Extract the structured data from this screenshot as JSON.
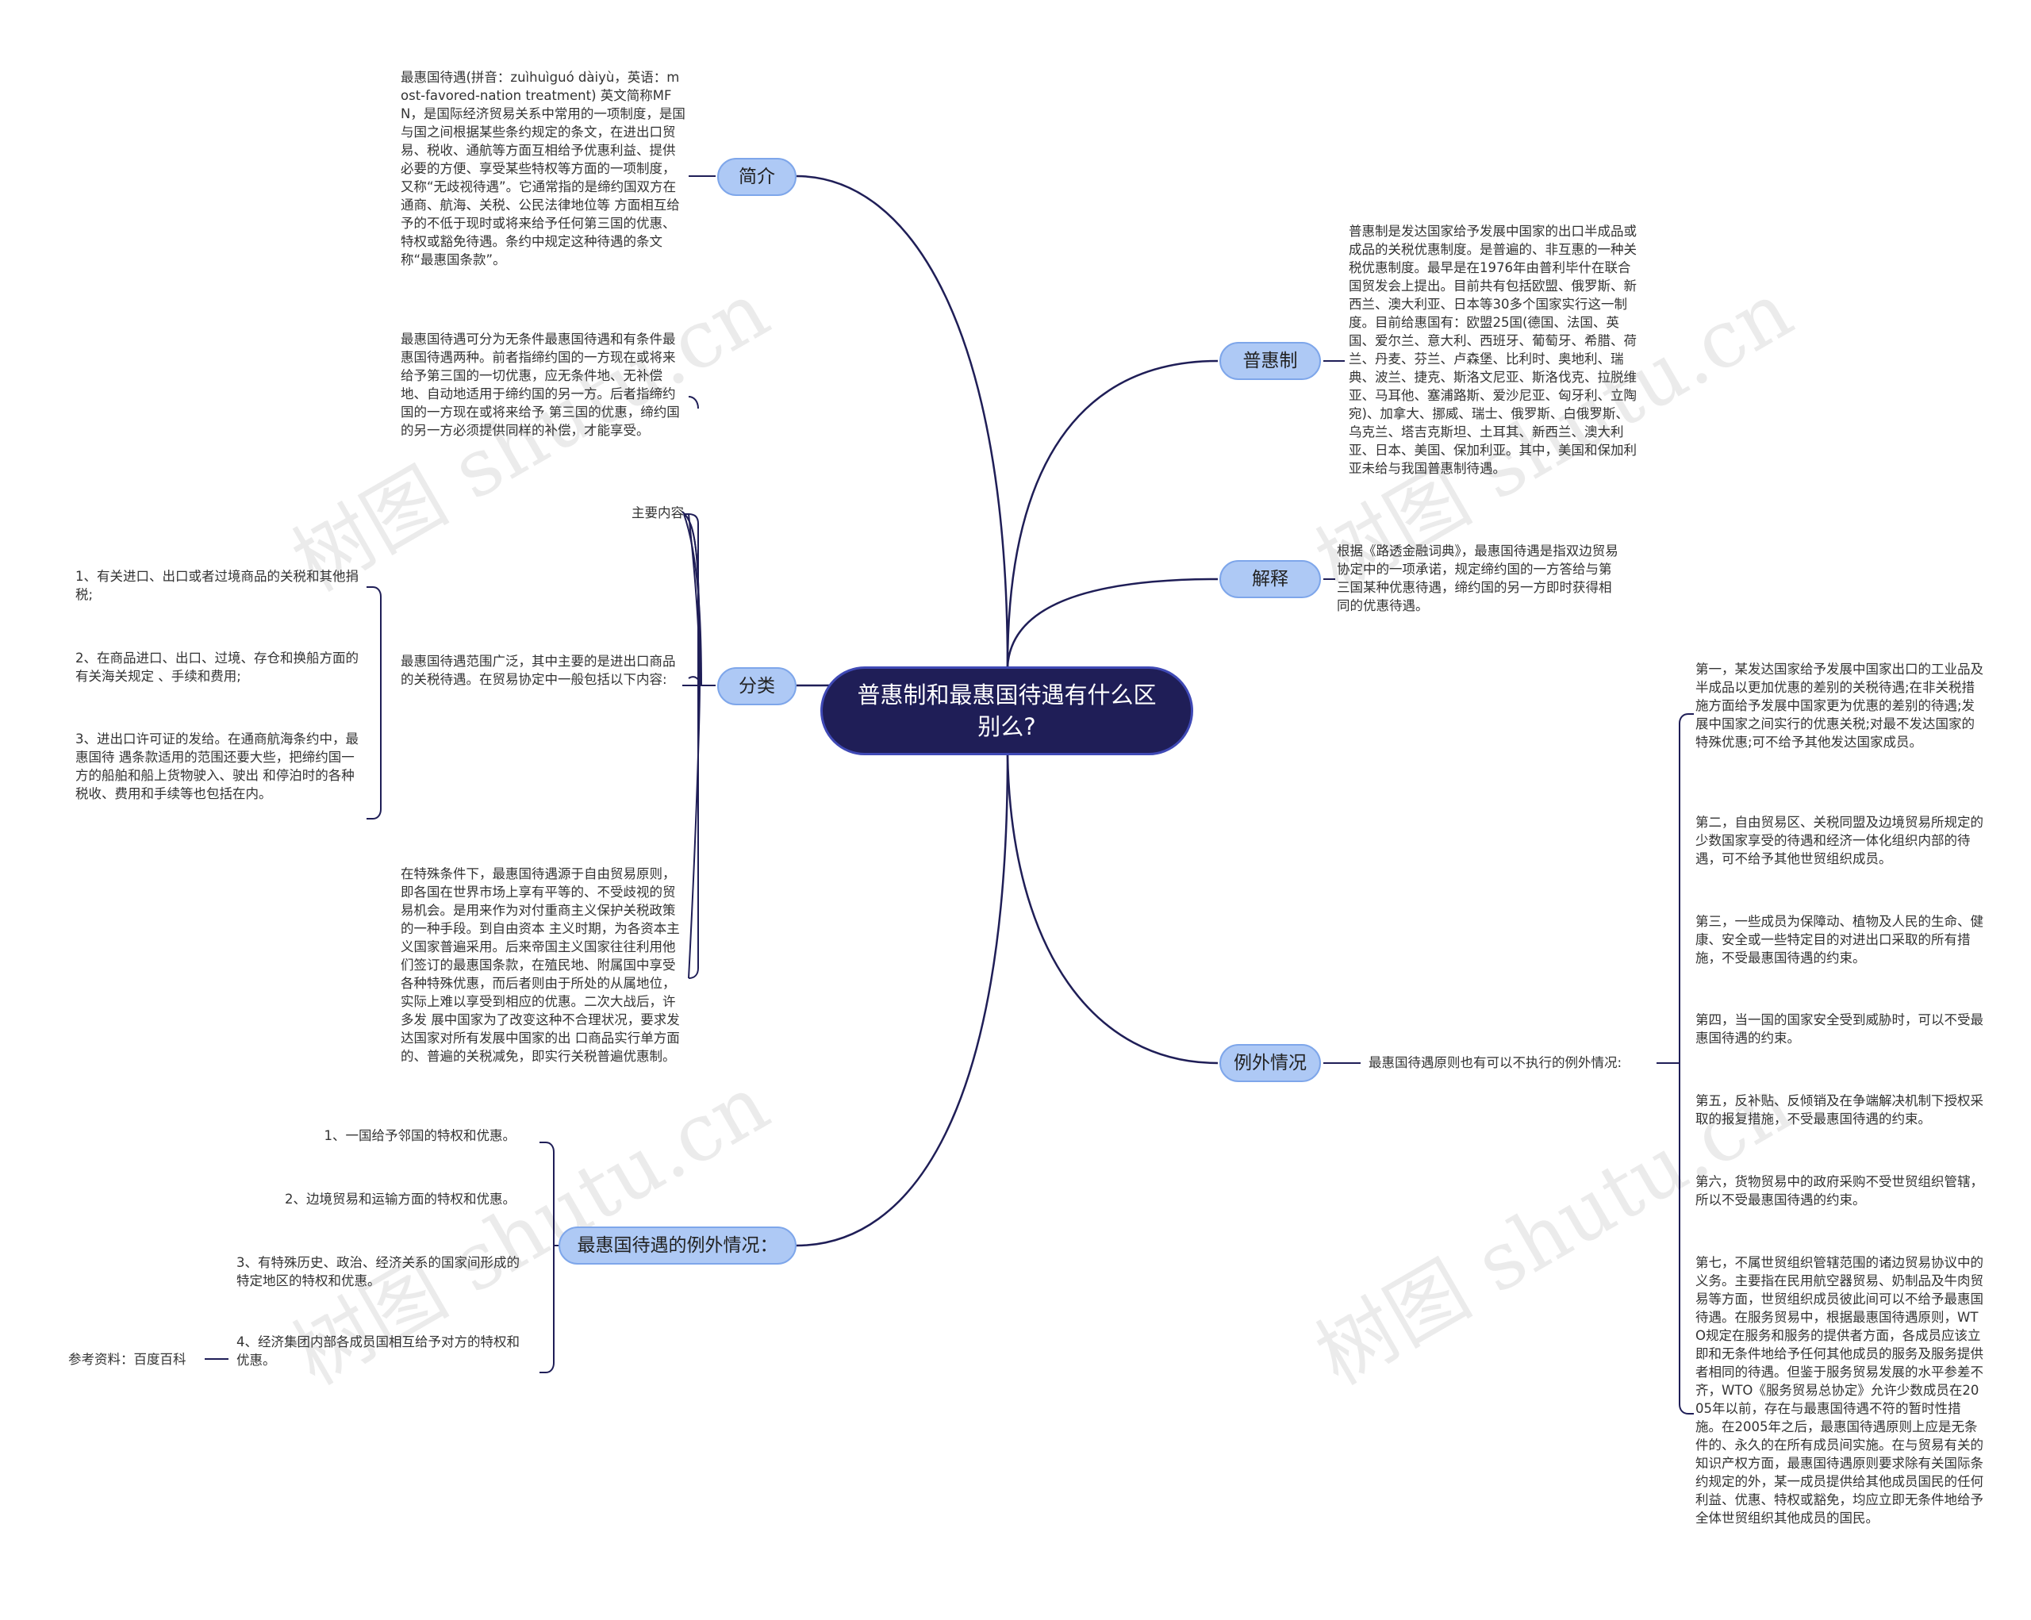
{
  "center": {
    "title": "普惠制和最惠国待遇有什么区别么?"
  },
  "branches": {
    "intro": "简介",
    "classify": "分类",
    "exceptions_left": "最惠国待遇的例外情况：",
    "gsp": "普惠制",
    "explain": "解释",
    "exceptions": "例外情况"
  },
  "texts": {
    "intro": "最惠国待遇(拼音：zuìhuìguó dàiyù，英语：most-favored-nation treatment) 英文简称MFN，是国际经济贸易关系中常用的一项制度，是国与国之间根据某些条约规定的条文，在进出口贸易、税收、通航等方面互相给予优惠利益、提供必要的方便、享受某些特权等方面的一项制度，又称“无歧视待遇”。它通常指的是缔约国双方在通商、航海、关税、公民法律地位等 方面相互给予的不低于现时或将来给予任何第三国的优惠、特权或豁免待遇。条约中规定这种待遇的条文称“最惠国条款”。",
    "classify1": "最惠国待遇可分为无条件最惠国待遇和有条件最惠国待遇两种。前者指缔约国的一方现在或将来给予第三国的一切优惠，应无条件地、无补偿地、自动地适用于缔约国的另一方。后者指缔约国的一方现在或将来给予 第三国的优惠，缔约国的另一方必须提供同样的补偿，才能享受。",
    "main_content": "主要内容",
    "classify2": "最惠国待遇范围广泛，其中主要的是进出口商品的关税待遇。在贸易协定中一般包括以下内容:",
    "item1": "1、有关进口、出口或者过境商品的关税和其他捐税;",
    "item2": "2、在商品进口、出口、过境、存仓和换船方面的有关海关规定 、手续和费用;",
    "item3": "3、进出口许可证的发给。在通商航海条约中，最惠国待 遇条款适用的范围还要大些，把缔约国一方的船舶和船上货物驶入、驶出 和停泊时的各种税收、费用和手续等也包括在内。",
    "classify3": "在特殊条件下，最惠国待遇源于自由贸易原则，即各国在世界市场上享有平等的、不受歧视的贸 易机会。是用来作为对付重商主义保护关税政策的一种手段。到自由资本 主义时期，为各资本主义国家普遍采用。后来帝国主义国家往往利用他们签订的最惠国条款，在殖民地、附属国中享受各种特殊优惠，而后者则由于所处的从属地位，实际上难以享受到相应的优惠。二次大战后，许多发 展中国家为了改变这种不合理状况，要求发达国家对所有发展中国家的出 口商品实行单方面的、普遍的关税减免，即实行关税普遍优惠制。",
    "exl1": "1、一国给予邻国的特权和优惠。",
    "exl2": "2、边境贸易和运输方面的特权和优惠。",
    "exl3": "3、有特殊历史、政治、经济关系的国家间形成的特定地区的特权和优惠。",
    "exl4": "4、经济集团内部各成员国相互给予对方的特权和优惠。",
    "ref": "参考资料：百度百科",
    "gsp": "普惠制是发达国家给予发展中国家的出口半成品或成品的关税优惠制度。是普遍的、非互惠的一种关税优惠制度。最早是在1976年由普利毕什在联合国贸发会上提出。目前共有包括欧盟、俄罗斯、新西兰、澳大利亚、日本等30多个国家实行这一制度。目前给惠国有：欧盟25国(德国、法国、英国、爱尔兰、意大利、西班牙、葡萄牙、希腊、荷兰、丹麦、芬兰、卢森堡、比利时、奥地利、瑞典、波兰、捷克、斯洛文尼亚、斯洛伐克、拉脱维亚、马耳他、塞浦路斯、爱沙尼亚、匈牙利、立陶宛)、加拿大、挪威、瑞士、俄罗斯、白俄罗斯、乌克兰、塔吉克斯坦、土耳其、新西兰、澳大利亚、日本、美国、保加利亚。其中，美国和保加利亚未给与我国普惠制待遇。",
    "explain": "根据《路透金融词典》，最惠国待遇是指双边贸易协定中的一项承诺，规定缔约国的一方答给与第三国某种优惠待遇，缔约国的另一方即时获得相同的优惠待遇。",
    "ex_intro": "最惠国待遇原则也有可以不执行的例外情况:",
    "ex1": "第一，某发达国家给予发展中国家出口的工业品及半成品以更加优惠的差别的关税待遇;在非关税措施方面给予发展中国家更为优惠的差别的待遇;发展中国家之间实行的优惠关税;对最不发达国家的特殊优惠;可不给予其他发达国家成员。",
    "ex2": "第二，自由贸易区、关税同盟及边境贸易所规定的少数国家享受的待遇和经济一体化组织内部的待遇，可不给予其他世贸组织成员。",
    "ex3": "第三，一些成员为保障动、植物及人民的生命、健康、安全或一些特定目的对进出口采取的所有措施，不受最惠国待遇的约束。",
    "ex4": "第四，当一国的国家安全受到威胁时，可以不受最惠国待遇的约束。",
    "ex5": "第五，反补贴、反倾销及在争端解决机制下授权采取的报复措施，不受最惠国待遇的约束。",
    "ex6": "第六，货物贸易中的政府采购不受世贸组织管辖，所以不受最惠国待遇的约束。",
    "ex7": "第七，不属世贸组织管辖范围的诸边贸易协议中的义务。主要指在民用航空器贸易、奶制品及牛肉贸易等方面，世贸组织成员彼此间可以不给予最惠国待遇。在服务贸易中，根据最惠国待遇原则，WTO规定在服务和服务的提供者方面，各成员应该立即和无条件地给予任何其他成员的服务及服务提供者相同的待遇。但鉴于服务贸易发展的水平参差不齐，WTO《服务贸易总协定》允许少数成员在2005年以前，存在与最惠国待遇不符的暂时性措施。在2005年之后，最惠国待遇原则上应是无条件的、永久的在所有成员间实施。在与贸易有关的知识产权方面，最惠国待遇原则要求除有关国际条约规定的外，某一成员提供给其他成员国民的任何利益、优惠、特权或豁免，均应立即无条件地给予全体世贸组织其他成员的国民。"
  },
  "watermark": "树图 shutu.cn",
  "colors": {
    "central_bg": "#1f1e57",
    "branch_bg": "#aec9f5",
    "line": "#1f1e57"
  }
}
